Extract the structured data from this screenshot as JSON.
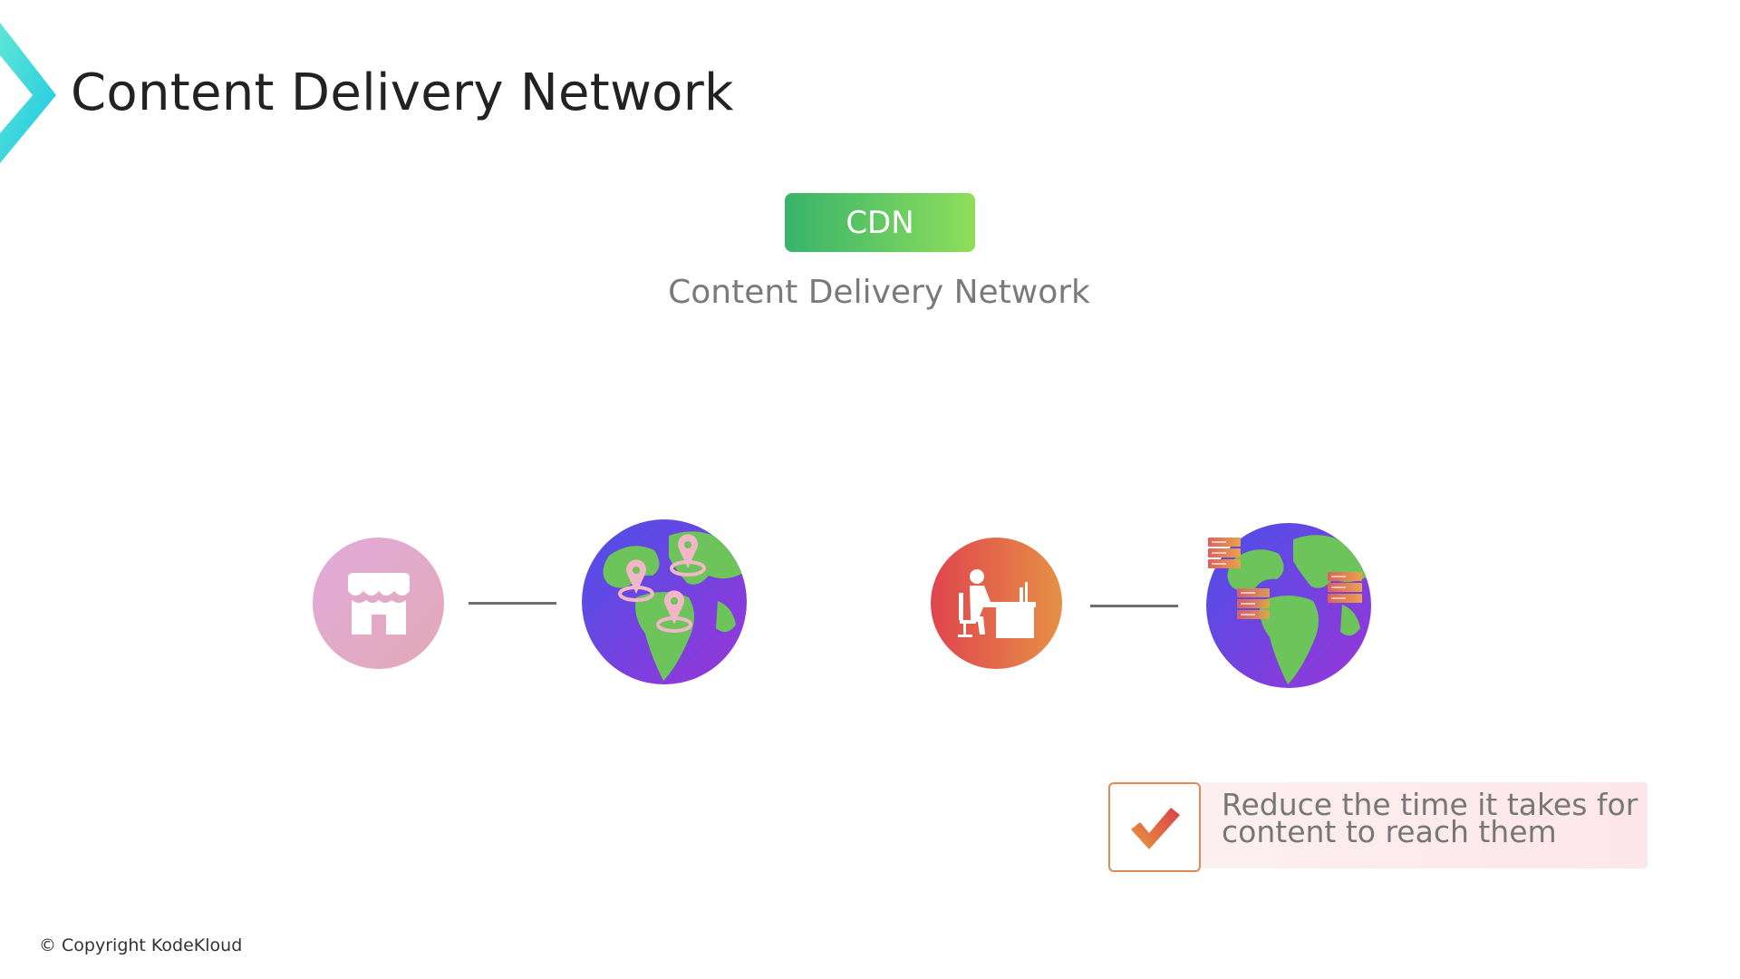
{
  "header": {
    "title": "Content Delivery Network"
  },
  "badge": {
    "label": "CDN"
  },
  "subtitle": "Content Delivery Network",
  "benefit": {
    "text": "Reduce the time it takes for content to reach them"
  },
  "footer": {
    "copyright": "© Copyright KodeKloud"
  },
  "icons": [
    "chevron-logo-icon",
    "store-icon",
    "globe-pins-icon",
    "developer-desk-icon",
    "globe-servers-icon",
    "checkmark-icon"
  ],
  "colors": {
    "badge_gradient": [
      "#37b36b",
      "#8fde5a"
    ],
    "store_circle": [
      "#e1aadb",
      "#e3a9b5"
    ],
    "developer_circle": [
      "#e0444f",
      "#e69046"
    ],
    "globe_ocean": [
      "#5a3fe0",
      "#8a3ee0"
    ],
    "globe_land": "#6cc45a",
    "check": "#e0603e",
    "benefit_panel": "#fdeff1"
  }
}
